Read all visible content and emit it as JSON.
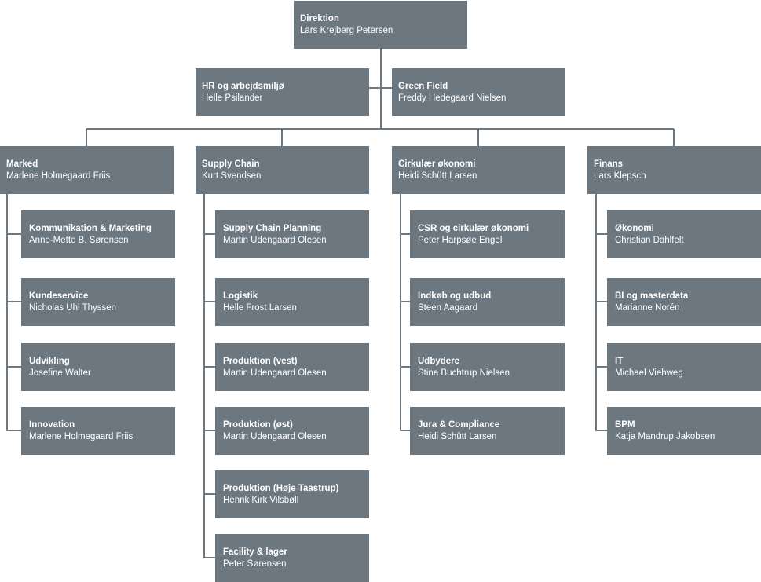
{
  "colors": {
    "box": "#6c7780",
    "line": "#6c7780",
    "text": "#ffffff",
    "background": "#ffffff"
  },
  "top": {
    "title": "Direktion",
    "name": "Lars Krejberg Petersen"
  },
  "staff": [
    {
      "title": "HR og arbejdsmiljø",
      "name": "Helle Psilander"
    },
    {
      "title": "Green Field",
      "name": "Freddy Hedegaard Nielsen"
    }
  ],
  "divisions": [
    {
      "title": "Marked",
      "name": "Marlene Holmegaard Friis",
      "children": [
        {
          "title": "Kommunikation & Marketing",
          "name": "Anne-Mette B. Sørensen"
        },
        {
          "title": "Kundeservice",
          "name": "Nicholas Uhl Thyssen"
        },
        {
          "title": "Udvikling",
          "name": "Josefine Walter"
        },
        {
          "title": "Innovation",
          "name": "Marlene Holmegaard Friis"
        }
      ]
    },
    {
      "title": "Supply Chain",
      "name": "Kurt Svendsen",
      "children": [
        {
          "title": "Supply Chain Planning",
          "name": "Martin Udengaard Olesen"
        },
        {
          "title": "Logistik",
          "name": "Helle Frost Larsen"
        },
        {
          "title": "Produktion (vest)",
          "name": "Martin Udengaard Olesen"
        },
        {
          "title": "Produktion (øst)",
          "name": "Martin Udengaard Olesen"
        },
        {
          "title": "Produktion (Høje Taastrup)",
          "name": "Henrik Kirk Vilsbøll"
        },
        {
          "title": "Facility & lager",
          "name": "Peter Sørensen"
        }
      ]
    },
    {
      "title": "Cirkulær økonomi",
      "name": "Heidi Schütt Larsen",
      "children": [
        {
          "title": "CSR og cirkulær økonomi",
          "name": "Peter Harpsøe Engel"
        },
        {
          "title": "Indkøb og udbud",
          "name": "Steen Aagaard"
        },
        {
          "title": "Udbydere",
          "name": "Stina Buchtrup Nielsen"
        },
        {
          "title": "Jura & Compliance",
          "name": "Heidi Schütt Larsen"
        }
      ]
    },
    {
      "title": "Finans",
      "name": "Lars Klepsch",
      "children": [
        {
          "title": "Økonomi",
          "name": "Christian Dahlfelt"
        },
        {
          "title": "BI og masterdata",
          "name": "Marianne Norén"
        },
        {
          "title": "IT",
          "name": "Michael Viehweg"
        },
        {
          "title": "BPM",
          "name": "Katja Mandrup Jakobsen"
        }
      ]
    }
  ]
}
